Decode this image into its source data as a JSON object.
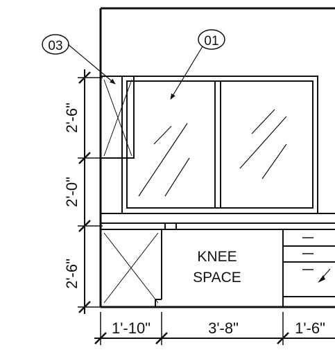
{
  "callouts": {
    "window": "01",
    "cabinet": "03"
  },
  "dimensions": {
    "vertical": [
      "2'-6\"",
      "2'-0\"",
      "2'-6\""
    ],
    "horizontal": [
      "1'-10\"",
      "3'-8\"",
      "1'-6\""
    ]
  },
  "labels": {
    "knee_space_line1": "KNEE",
    "knee_space_line2": "SPACE"
  },
  "colors": {
    "line": "#111111",
    "background": "#ffffff"
  }
}
